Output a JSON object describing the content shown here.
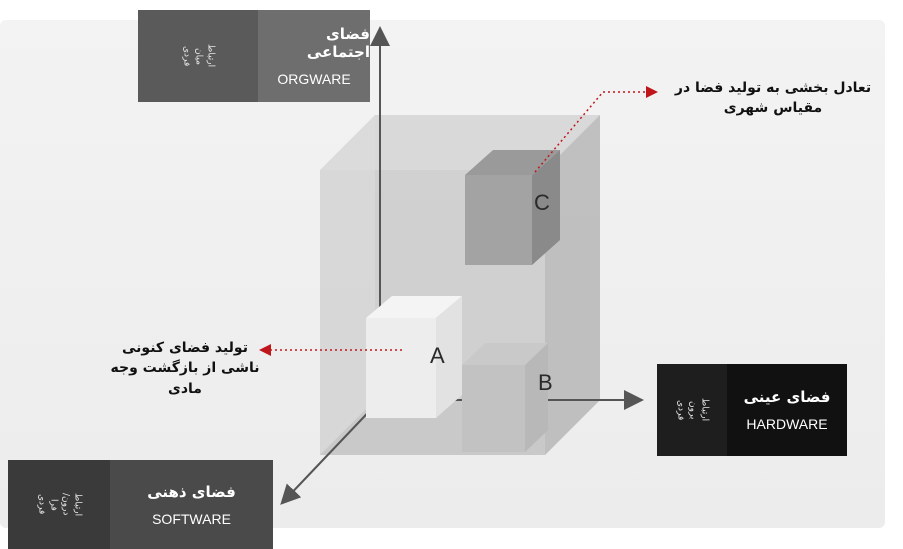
{
  "boxes": {
    "social": {
      "title": "فضای اجتماعی",
      "subtitle": "ORGWARE",
      "vertical": [
        "ارتباط",
        "میان",
        "فردی"
      ],
      "color": "#6e6e6e"
    },
    "objective": {
      "title": "فضای عینی",
      "subtitle": "HARDWARE",
      "vertical": [
        "ارتباط",
        "برون",
        "فردی"
      ],
      "color": "#111111"
    },
    "mental": {
      "title": "فضای ذهنی",
      "subtitle": "SOFTWARE",
      "vertical": [
        "ارتباط",
        "درون/",
        "فرا",
        "فردی"
      ],
      "color": "#4a4a4a"
    }
  },
  "annotations": {
    "top_right": [
      "تعادل بخشی به تولید فضا در",
      "مقیاس شهری"
    ],
    "middle_left": [
      "تولید فضای کنونی",
      "ناشی از بازگشت وجه مادی"
    ]
  },
  "cube_labels": {
    "a": "A",
    "b": "B",
    "c": "C"
  },
  "colors": {
    "arrow_marker": "#c0161b",
    "dotted_line": "#c0161b",
    "axis": "#555555"
  }
}
